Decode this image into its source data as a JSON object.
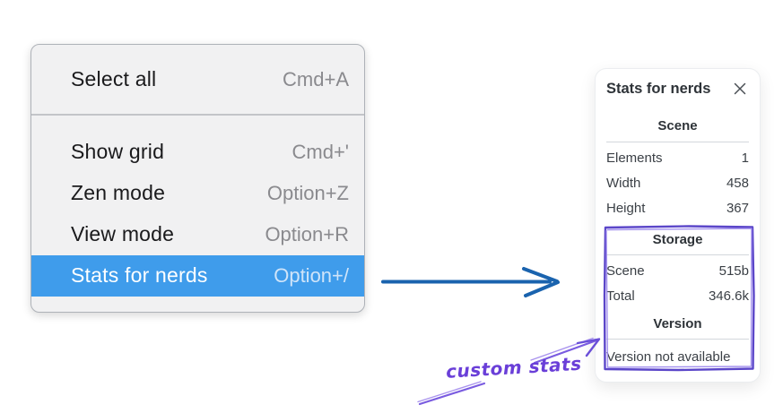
{
  "context_menu": {
    "sections": [
      {
        "items": [
          {
            "label": "Select all",
            "shortcut": "Cmd+A"
          }
        ]
      },
      {
        "items": [
          {
            "label": "Show grid",
            "shortcut": "Cmd+'"
          },
          {
            "label": "Zen mode",
            "shortcut": "Option+Z"
          },
          {
            "label": "View mode",
            "shortcut": "Option+R"
          },
          {
            "label": "Stats for nerds",
            "shortcut": "Option+/",
            "highlighted": true
          }
        ]
      }
    ]
  },
  "stats_panel": {
    "title": "Stats for nerds",
    "close_icon": "x-icon",
    "sections": [
      {
        "header": "Scene",
        "rows": [
          {
            "label": "Elements",
            "value": "1"
          },
          {
            "label": "Width",
            "value": "458"
          },
          {
            "label": "Height",
            "value": "367"
          }
        ]
      },
      {
        "header": "Storage",
        "rows": [
          {
            "label": "Scene",
            "value": "515b"
          },
          {
            "label": "Total",
            "value": "346.6k"
          }
        ]
      },
      {
        "header": "Version",
        "note": "Version not available"
      }
    ]
  },
  "annotations": {
    "label": "custom stats",
    "colors": {
      "highlight_blue": "#3f9ceb",
      "arrow_blue": "#1a63ae",
      "violet": "#6741d9",
      "violet_light": "#9a86ec"
    }
  }
}
